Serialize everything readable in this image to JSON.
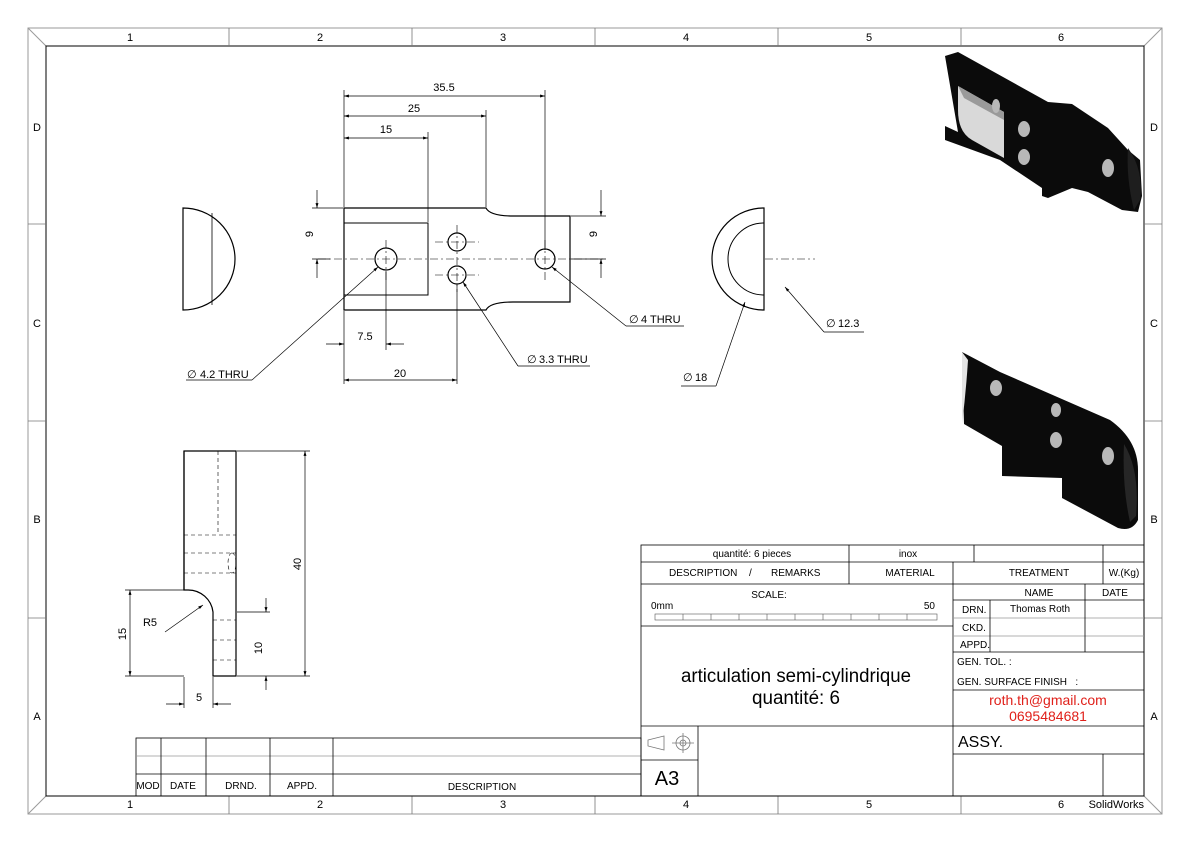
{
  "border": {
    "columns": [
      "1",
      "2",
      "3",
      "4",
      "5",
      "6"
    ],
    "rows": [
      "D",
      "C",
      "B",
      "A"
    ]
  },
  "dimensions": {
    "d35_5": "35.5",
    "d25": "25",
    "d15": "15",
    "h9_left": "9",
    "h9_right": "9",
    "d7_5": "7.5",
    "d20": "20",
    "hole_4_2": "4.2 THRU",
    "hole_3_3": "3.3 THRU",
    "hole_4": "4 THRU",
    "dia_18": "18",
    "dia_12_3": "12.3",
    "dia_symbol": "∅",
    "side_40": "40",
    "side_15": "15",
    "side_10": "10",
    "side_5": "5",
    "side_r5": "R5"
  },
  "revision_table": {
    "headers": [
      "MOD",
      "DATE",
      "DRND.",
      "APPD.",
      "DESCRIPTION"
    ]
  },
  "title_block": {
    "bom_quantity": "quantité: 6 pieces",
    "bom_material": "inox",
    "hdr_description": "DESCRIPTION",
    "hdr_slash": "/",
    "hdr_remarks": "REMARKS",
    "hdr_material": "MATERIAL",
    "hdr_treatment": "TREATMENT",
    "hdr_weight": "W.(Kg)",
    "scale_label": "SCALE:",
    "scale_min": "0mm",
    "scale_max": "50",
    "hdr_name": "NAME",
    "hdr_date": "DATE",
    "row_drn": "DRN.",
    "drn_name": "Thomas Roth",
    "row_ckd": "CKD.",
    "row_appd": "APPD.",
    "gen_tol": "GEN. TOL. :",
    "gen_surface": "GEN. SURFACE FINISH   :",
    "title_line1": "articulation semi-cylindrique",
    "title_line2": "quantité: 6",
    "email": "roth.th@gmail.com",
    "phone": "0695484681",
    "assy": "ASSY.",
    "sheet_size": "A3",
    "software": "SolidWorks"
  },
  "colors": {
    "line": "#000000",
    "border_gray": "#9a9a9a",
    "contact_red": "#e0201a",
    "part_black": "#0b0b0b"
  }
}
